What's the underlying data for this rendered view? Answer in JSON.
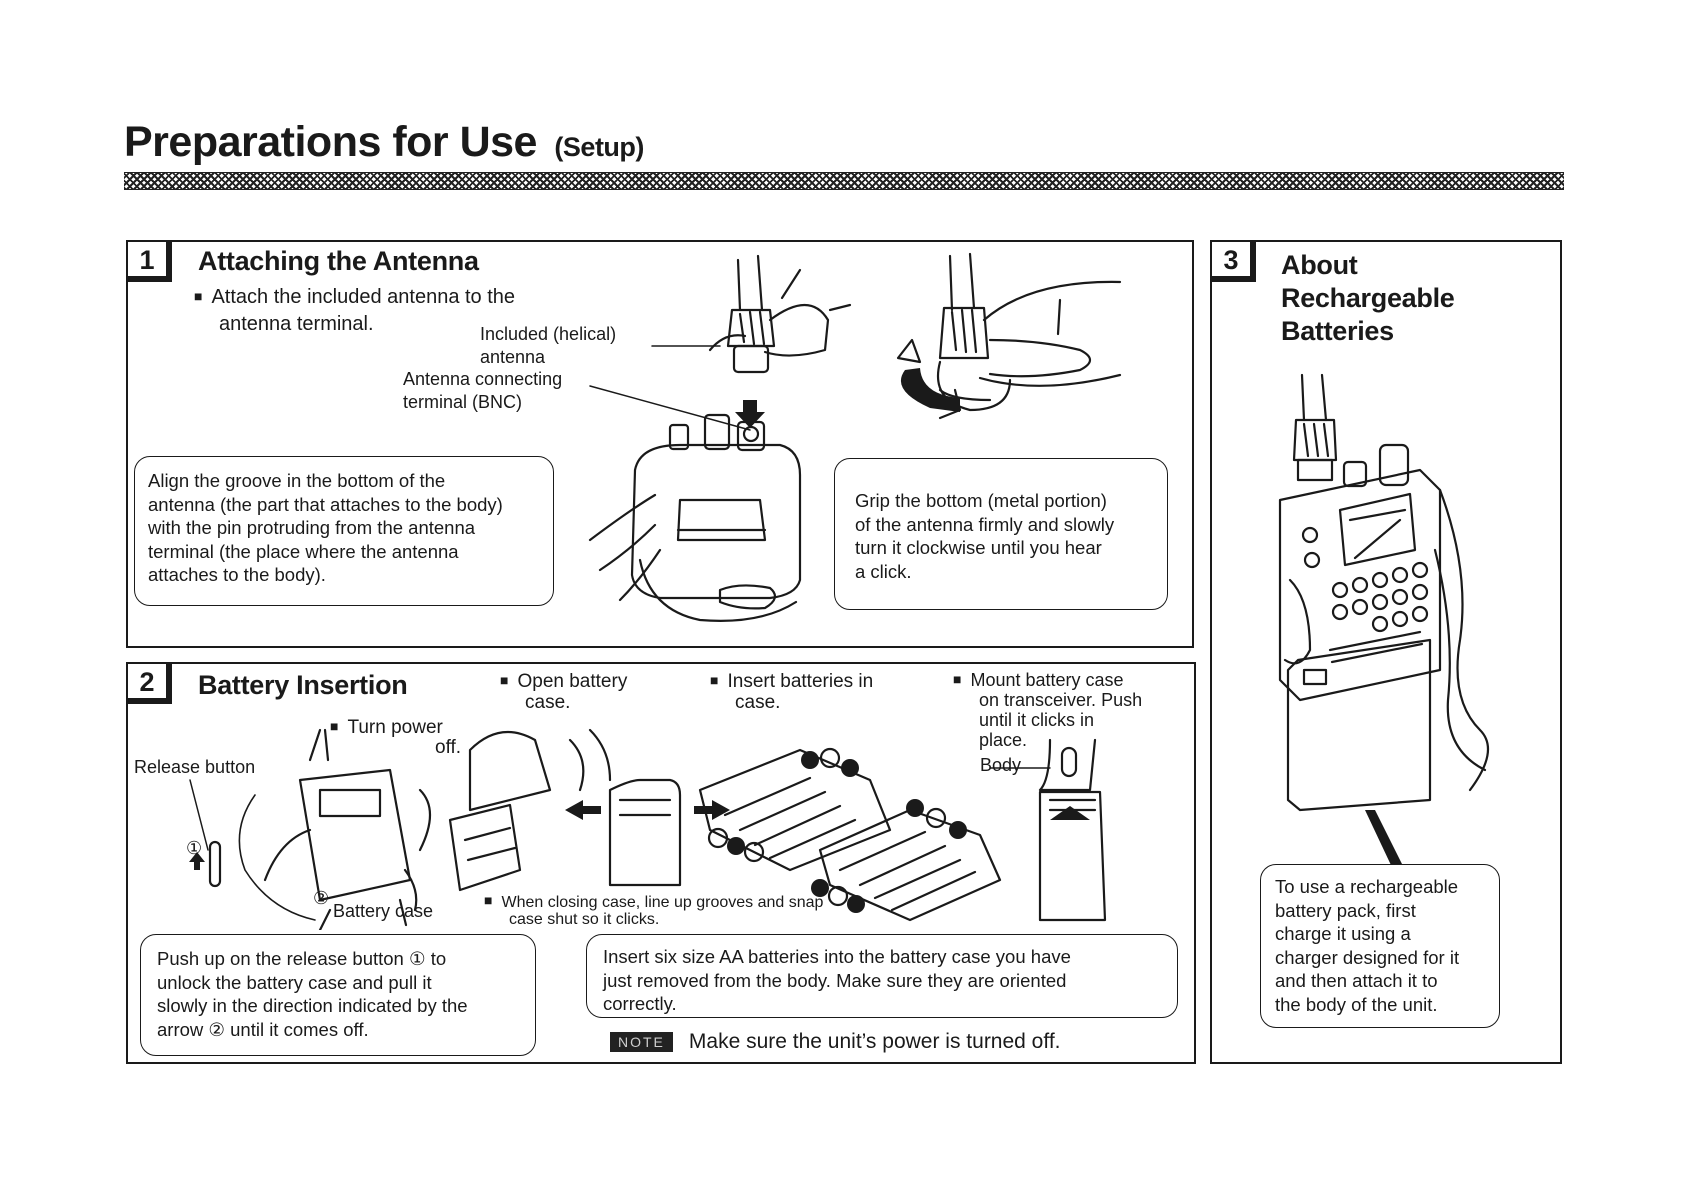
{
  "header": {
    "title": "Preparations for Use",
    "subtitle": "(Setup)"
  },
  "section1": {
    "number": "1",
    "heading": "Attaching the Antenna",
    "bullet_line1": "Attach the included antenna to the",
    "bullet_line2": "antenna terminal.",
    "label_antenna_line1": "Included (helical)",
    "label_antenna_line2": "antenna",
    "label_terminal_line1": "Antenna connecting",
    "label_terminal_line2": "terminal (BNC)",
    "callout_left": [
      "Align the groove in the bottom of the",
      "antenna (the part that attaches to the body)",
      "with the pin protruding from the antenna",
      "terminal (the place where the antenna",
      "attaches to the body)."
    ],
    "callout_right": [
      "Grip the bottom (metal portion)",
      "of the antenna firmly and slowly",
      "turn it clockwise until you hear",
      "a click."
    ]
  },
  "section2": {
    "number": "2",
    "heading": "Battery Insertion",
    "step_power_line1": "Turn power",
    "step_power_line2": "off.",
    "label_release": "Release button",
    "label_battery_case": "Battery case",
    "step_open_line1": "Open battery",
    "step_open_line2": "case.",
    "step_insert_line1": "Insert batteries in",
    "step_insert_line2": "case.",
    "step_mount_line1": "Mount battery case",
    "step_mount_line2": "on transceiver. Push",
    "step_mount_line3": "until it clicks in",
    "step_mount_line4": "place.",
    "label_body": "Body",
    "closing_line1": "When closing case, line up grooves and snap",
    "closing_line2": "case shut so it clicks.",
    "callout_left": [
      "Push up on the release button ① to",
      "unlock the battery case and pull it",
      "slowly in the direction indicated by the",
      "arrow ② until it comes off."
    ],
    "callout_mid": [
      "Insert six size AA batteries into the battery case you have",
      "just removed from the body. Make sure they are oriented",
      "correctly."
    ],
    "note_label": "NOTE",
    "note_text": "Make sure the unit’s power is turned off.",
    "marker1": "①",
    "marker2": "②"
  },
  "section3": {
    "number": "3",
    "heading_line1": "About",
    "heading_line2": "Rechargeable",
    "heading_line3": "Batteries",
    "callout": [
      "To use a rechargeable",
      "battery pack, first",
      "charge it using a",
      "charger designed for it",
      "and then attach it to",
      "the body of the unit."
    ]
  }
}
